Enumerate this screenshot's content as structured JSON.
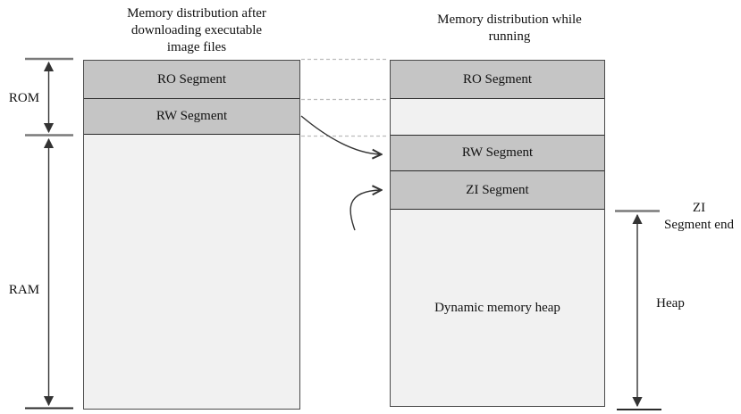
{
  "colors": {
    "segment_fill": "#c5c5c5",
    "column_fill": "#f1f1f1",
    "border_dark": "#2b2b2b",
    "column_border": "#4a4a4a",
    "tick_gray": "#7a7a7a",
    "arrow_color": "#333333",
    "dashed_color": "#bcbcbc",
    "background": "#ffffff"
  },
  "left_diagram": {
    "title_lines": [
      "Memory distribution after",
      "downloading executable",
      "image files"
    ],
    "segments": {
      "ro": "RO Segment",
      "rw": "RW Segment"
    },
    "bracket_labels": {
      "rom": "ROM",
      "ram": "RAM"
    }
  },
  "right_diagram": {
    "title_lines": [
      "Memory distribution while",
      "running"
    ],
    "segments": {
      "ro": "RO Segment",
      "rw": "RW Segment",
      "zi": "ZI Segment",
      "heap": "Dynamic memory heap"
    },
    "annotations": {
      "zi_end_line1": "ZI",
      "zi_end_line2": "Segment end",
      "heap": "Heap"
    }
  }
}
